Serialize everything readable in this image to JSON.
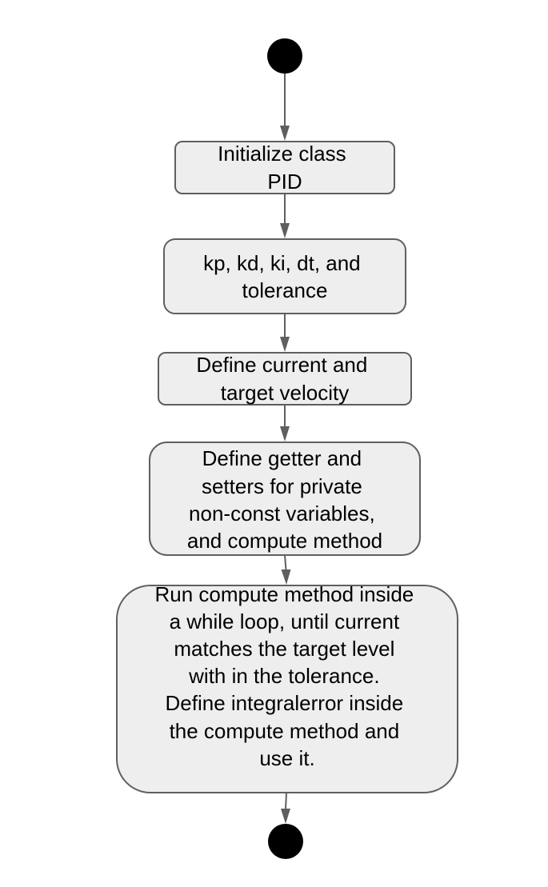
{
  "diagram": {
    "type": "activity-flowchart",
    "start": "start-node",
    "end": "end-node",
    "steps": [
      {
        "id": "init-class",
        "lines": [
          "Initialize class",
          "PID"
        ]
      },
      {
        "id": "params",
        "lines": [
          "kp, kd, ki, dt, and",
          "tolerance"
        ]
      },
      {
        "id": "define-velocity",
        "lines": [
          "Define current and",
          "target velocity"
        ]
      },
      {
        "id": "getters-setters",
        "lines": [
          "Define getter and",
          "setters for private",
          "non-const variables,",
          "and compute method"
        ]
      },
      {
        "id": "run-compute",
        "lines": [
          "Run compute method inside",
          "a while loop, until current",
          "matches the target level",
          "with in the tolerance.",
          "Define integralerror inside",
          "the compute method and",
          "use it."
        ]
      }
    ],
    "edges": [
      [
        "start-node",
        "init-class"
      ],
      [
        "init-class",
        "params"
      ],
      [
        "params",
        "define-velocity"
      ],
      [
        "define-velocity",
        "getters-setters"
      ],
      [
        "getters-setters",
        "run-compute"
      ],
      [
        "run-compute",
        "end-node"
      ]
    ]
  }
}
